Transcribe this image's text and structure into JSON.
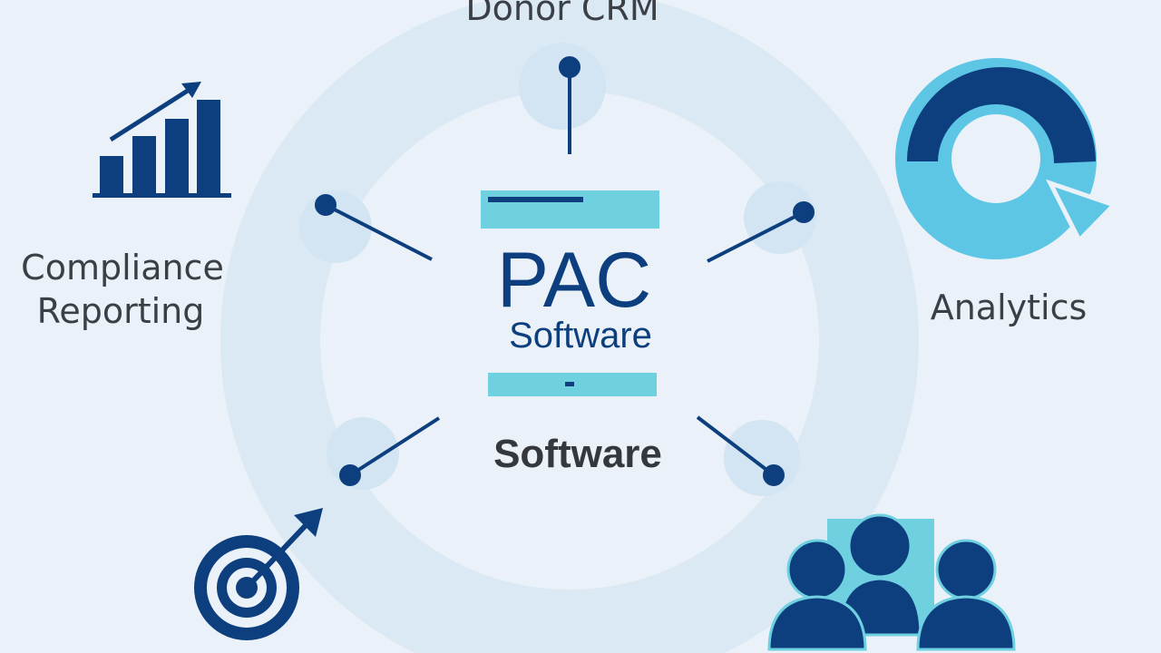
{
  "center": {
    "title": "PAC",
    "subtitle": "Software",
    "caption": "Software"
  },
  "nodes": {
    "top": {
      "label": "Donor CRM"
    },
    "left": {
      "label_line1": "Compliance",
      "label_line2": "Reporting",
      "icon": "bar-chart-growth-icon"
    },
    "right": {
      "label": "Analytics",
      "icon": "donut-chart-icon"
    },
    "bottom_left": {
      "icon": "target-icon"
    },
    "bottom_right": {
      "icon": "users-group-icon"
    }
  },
  "colors": {
    "background": "#eaf1f8",
    "navy": "#0d3f7f",
    "cyan": "#6fd0e0",
    "ring": "#dbe9f4",
    "text": "#3b4047"
  }
}
